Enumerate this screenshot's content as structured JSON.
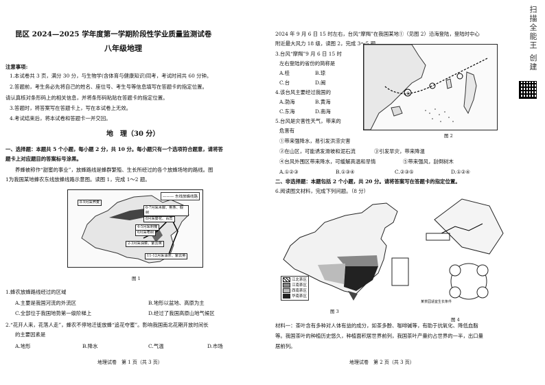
{
  "left": {
    "title": "昆区 2024—2025 学年度第一学期阶段性学业质量监测试卷",
    "subtitle": "八年级地理",
    "notice_head": "注意事项:",
    "notices": [
      "1.本试卷共 3 页，满分 30 分，与生物学(含体育与健康知识)同考，考试时间共 60 分钟。",
      "2.答题前，考生务必先将自己的姓名、座位号、考生号等信息填写在答题卡的指定位置。",
      "请认真核对条形码上的相关信息，并将条形码粘贴在答题卡的指定位置。",
      "3.答题时，将答案写在答题卡上，写在本试卷上无效。",
      "4.考试结束后，将本试卷和答题卡一并交回。"
    ],
    "section_title": "地　理（30 分）",
    "part1_head": "一、选择题：本题共 5 个小题，每小题 2 分，共 10 分。每小题只有一个选项符合题意，请将答",
    "part1_head2": "题卡上对应题目的答案标号涂黑。",
    "intro1": "养蜂被称作“甜蜜的事业”，放蜂路线是蜂群繁殖、生长所经过的各个放蜂场地的路线。图",
    "intro2": "1为我国某地蜂农东线放蜂线路示意图。读图 1，完成 1～2 题。",
    "fig1": {
      "legend": "——— 东线放蜂线路",
      "boxes": [
        "8-9月采荞麦",
        "6-7月采木樨、荆条、椴树",
        "8月采葵花、百蕊",
        "4-5月采刺槐",
        "6月采枣树",
        "2-3月采油菜、紫云英",
        "11-12月采油茶、紫云英"
      ],
      "caption": "图 1"
    },
    "q1": "1.蜂农放蜂路线经过的区域",
    "q1_a": "A.主要是我国河流的外流区",
    "q1_b": "B.地形以盆地、高原为主",
    "q1_c": "C.全部位于我国地势第一级阶梯上",
    "q1_d": "D.经过了我国高原山地气候区",
    "q2_1": "2.“花开人来，花落人走”，蜂农不停地迁徙放蜂“追花夺蜜”。影响我国南北花期开放时间长",
    "q2_2": "的主要因素是",
    "q2_a": "A.地形",
    "q2_b": "B.降水",
    "q2_c": "C.气温",
    "q2_d": "D.市场",
    "footer": "地理试卷　第 1 页（共 3 页）"
  },
  "right": {
    "intro1": "2024 年 9 月 6 日 15 时左右，台风“摩羯”在我国某地①（见图 2）沿海登陆，登陆时中心",
    "intro2": "附近最大风力 18 级，读图 2，完成 3～5 题。",
    "q3_1": "3.台风“摩羯”9 月 6 日 15 时",
    "q3_2": "左右登陆的省份的简称是",
    "q3_a": "A.桂",
    "q3_b": "B.琼",
    "q3_c": "C.台",
    "q3_d": "D.闽",
    "q4": "4.该台风主要经过我国的",
    "q4_a": "A.渤海",
    "q4_b": "B.黄海",
    "q4_c": "C.东海",
    "q4_d": "D.南海",
    "q5_1": "5.台风是灾害性天气，带来的",
    "q5_2": "危害有",
    "q5_o1": "①带来强降水，易引发洪涝灾害",
    "q5_o2": "②在山区，可能诱发滑坡和泥石流",
    "q5_o3": "③引发旱灾，带来降温",
    "q5_o4": "④台风外围区带来降水，可缓解高温和旱情",
    "q5_o5": "⑤带来强风，刮倒树木",
    "q5_a": "A.①②③",
    "q5_b": "B.①③④",
    "q5_c": "C.②③⑤",
    "q5_d": "D.①②④",
    "fig2_caption": "图 2",
    "part2_head": "二、非选择题：本题包括 2 个小题，共 20 分。请将答案写在答题卡的指定位置。",
    "q6": "6.阅读图文材料，完成下列问题。（8 分）",
    "fig3_legend": [
      "江北茶区",
      "江南茶区",
      "西南茶区",
      "华南茶区"
    ],
    "fig3_caption": "图 3",
    "fig4_caption": "图 4",
    "fig4_note": "某茶园适宜生长条件",
    "material1": "材料一：茶叶含有多种对人体有益的成分，如茶多酚、咖啡碱等，有助于抗氧化、降低血脂",
    "material2": "等。我国茶叶的种植历史悠久，种植面积居世界前列，我国茶叶产量约占世界的一半，出口量",
    "material3": "居前列。",
    "footer": "地理试卷　第 2 页（共 3 页）"
  },
  "side_text": "扫描全能王 创建"
}
